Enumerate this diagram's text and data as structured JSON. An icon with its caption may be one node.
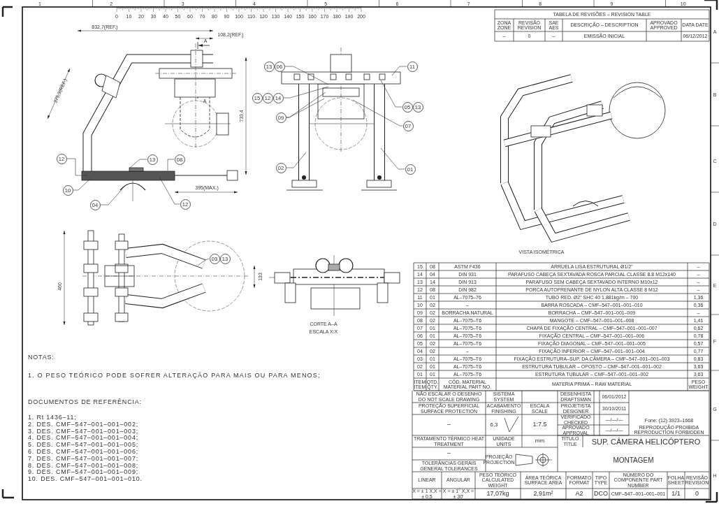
{
  "diagram": {
    "nodes": [
      {
        "text": [
          "12"
        ]
      },
      {
        "text": [
          "13"
        ]
      },
      {
        "text": [
          "08"
        ]
      },
      {
        "text": [
          "10"
        ]
      },
      {
        "text": [
          "04"
        ]
      },
      {
        "text": [
          "12"
        ]
      },
      {
        "text": [
          "13"
        ]
      },
      {
        "text": [
          "06"
        ]
      },
      {
        "text": [
          "11"
        ]
      },
      {
        "text": [
          "15"
        ]
      },
      {
        "text": [
          "12"
        ]
      },
      {
        "text": [
          "14"
        ]
      },
      {
        "text": [
          "09"
        ]
      },
      {
        "text": [
          "05"
        ]
      },
      {
        "text": [
          "13"
        ]
      },
      {
        "text": [
          "07"
        ]
      },
      {
        "text": [
          "02"
        ]
      },
      {
        "text": [
          "01"
        ]
      },
      {
        "text": [
          "03"
        ]
      },
      {
        "text": [
          "13"
        ]
      }
    ],
    "edges": [
      {
        "from": 0,
        "to": null,
        "arrow": "none"
      },
      {
        "from": 1,
        "to": null,
        "arrow": "none"
      },
      {
        "from": 2,
        "to": null,
        "arrow": "none"
      },
      {
        "from": 3,
        "to": null,
        "arrow": "none"
      },
      {
        "from": 4,
        "to": null,
        "arrow": "none"
      },
      {
        "from": 5,
        "to": null,
        "arrow": "none"
      },
      {
        "from": 7,
        "to": null,
        "arrow": "none"
      },
      {
        "from": 8,
        "to": null,
        "arrow": "none"
      },
      {
        "from": 11,
        "to": null,
        "arrow": "none"
      },
      {
        "from": 12,
        "to": null,
        "arrow": "none"
      },
      {
        "from": 12,
        "to": null,
        "arrow": "none"
      },
      {
        "from": 13,
        "to": null,
        "arrow": "none"
      },
      {
        "from": 15,
        "to": null,
        "arrow": "none"
      },
      {
        "from": 16,
        "to": null,
        "arrow": "none"
      },
      {
        "from": 17,
        "to": null,
        "arrow": "none"
      },
      {
        "from": 18,
        "to": null,
        "arrow": "none"
      }
    ],
    "labels": [
      "1",
      "2",
      "3",
      "4",
      "5",
      "6",
      "7",
      "8",
      "9",
      "10",
      "A",
      "B",
      "C",
      "D",
      "E",
      "F",
      "G",
      "H",
      "0",
      "10",
      "20",
      "30",
      "40",
      "50",
      "60",
      "70",
      "80",
      "90",
      "100",
      "110",
      "120",
      "130",
      "140",
      "150",
      "160",
      "170",
      "180",
      "190",
      "200",
      "TABELA DE REVISÕES – REVISION TABLE",
      "ZONA ZONE",
      "REVISÃO REVISION",
      "SAE AES",
      "DESCRIÇÃO – DESCRIPTION",
      "APROVADO APPROVED",
      "DATA DATE",
      "–",
      "0",
      "–",
      "EMISSÃO INICIAL",
      "06/12/2012",
      "832,7(REF.)",
      "108,2(REF.)",
      "A",
      "A",
      "375,3(REF.)",
      "733,4",
      "395(MAX.)",
      "460",
      "133",
      "CORTE A–A",
      "ESCALA X:X",
      "VISTA ISOMÉTRICA",
      "NOTAS:",
      "1. O PESO TEÓRICO PODE SOFRER ALTERAÇÃO PARA MAIS OU PARA MENOS;",
      "DOCUMENTOS DE REFERÊNCIA:",
      "1. Rt 1436–11;",
      "2. DES. CMF–547–001–001–002;",
      "3. DES. CMF–547–001–001–003;",
      "4. DES. CMF–547–001–001–004;",
      "5. DES. CMF–547–001–001–005;",
      "6. DES. CMF–547–001–001–006;",
      "7. DES. CMF–547–001–001–007;",
      "8. DES. CMF–547–001–001–008;",
      "9. DES. CMF–547–001–001–009;",
      "10. DES. CMF–547–001–001–010.",
      "15",
      "08",
      "ASTM F436",
      "ARRUELA LISA ESTRUTURAL Ø1/2\"",
      "–",
      "14",
      "04",
      "DIN 931",
      "PARAFUSO CABEÇA SEXTAVADA ROSCA PARCIAL CLASSE 8.8 M12x140",
      "–",
      "13",
      "14",
      "DIN 913",
      "PARAFUSO SEM CABEÇA SEXTAVADO INTERNO M10x12",
      "–",
      "12",
      "08",
      "DIN 982",
      "PORCA AUTOFRENANTE DE NYLON ALTA CLASSE 8 M12",
      "–",
      "11",
      "01",
      "AL–7075–76",
      "TUBO RED. Ø2\" SHC 40 1,881kg/m – 700",
      "1,36",
      "10",
      "02",
      "–",
      "BARRA ROSCADA – CMF–547–001–001–010",
      "0,36",
      "09",
      "02",
      "BORRACHA NATURAL",
      "BORRACHA – CMF–547–001–001–009",
      "–",
      "08",
      "02",
      "AL–7075–T6",
      "MANGOTE – CMF–547–001–001–008",
      "1,41",
      "07",
      "01",
      "AL–7075–T6",
      "CHAPA DE FIXAÇÃO CENTRAL – CMF–547–001–001–007",
      "0,62",
      "06",
      "01",
      "AL–7075–T6",
      "FIXAÇÃO CENTRAL – CMF–547–001–001–006",
      "0,78",
      "05",
      "02",
      "AL–7075–T6",
      "FIXAÇÃO DIAGONAL – CMF–547–001–001–005",
      "0,57",
      "04",
      "02",
      "–",
      "FIXAÇÃO INFERIOR – CMF–547–001–001–004",
      "0,77",
      "03",
      "01",
      "AL–7075–T6",
      "FIXAÇÃO ESTRUTURA–SUP. DA CÂMERA – CMF–547–001–001–003",
      "0,83",
      "02",
      "01",
      "AL–7075–T6",
      "ESTRUTURA TUBULAR – OPOSTO – CMF–547–001–001–002",
      "3,63",
      "01",
      "01",
      "AL–7075–T6",
      "ESTRUTURA TUBULAR – CMF–547–001–001–002",
      "3,63",
      "ITEM ITEM",
      "QTD. QTY.",
      "CÓD. MATERIAL MATERIAL PART NO.",
      "MATERIA PRIMA – RAW MATERIAL",
      "PESO WEIGHT",
      "NÃO ESCALAR O DESENHO DO NOT SCALE DRAWING",
      "SISTEMA SYSTEM",
      "DESENHISTA DRAFTSMAN",
      "06/01/2012",
      "PROTEÇÃO SUPERFICIAL SURFACE PROTECTION",
      "ACABAMENTO FINISHING",
      "ESCALA SCALE",
      "PROJETISTA DESIGNER",
      "30/10/2011",
      "–",
      "6,3",
      "1:7.5",
      "VERIFICADO CHECKED",
      "—/—/—",
      "APROVADO APPROVAL",
      "—/—/—",
      "Fone: (12) 3923–1668",
      "REPRODUÇÃO PROIBIDA REPRODUCTION FORBIDDEN",
      "TRATAMENTO TÉRMICO HEAT TREATMENT",
      "UNIDADE UNITS",
      "mm",
      "TÍTULO TITLE",
      "SUP. CÂMERA HELICÓPTERO",
      "MONTAGEM",
      "–",
      "PROJEÇÃO PROJECTION",
      "TOLERÂNCIAS GERAIS GENERAL TOLERANCES",
      "LINEAR",
      "ANGULAR",
      "PESO TEÓRICO CALCULATED WEIGHT",
      "ÁREA TEÓRICA SURFACE AREA",
      "FORMATO FORMAT",
      "TIPO TYPE",
      "NÚMERO DO COMPONENTE PART NUMBER",
      "FOLHA SHEET",
      "REVISÃO REVISION",
      "X = ± 1  X,X = ± 0,5",
      "X = ± 1°  X,X = ± 30'",
      "17,07kg",
      "2,91m²",
      "A2",
      "DCO",
      "CMF–547–001–001–001",
      "1/1",
      "0"
    ]
  }
}
